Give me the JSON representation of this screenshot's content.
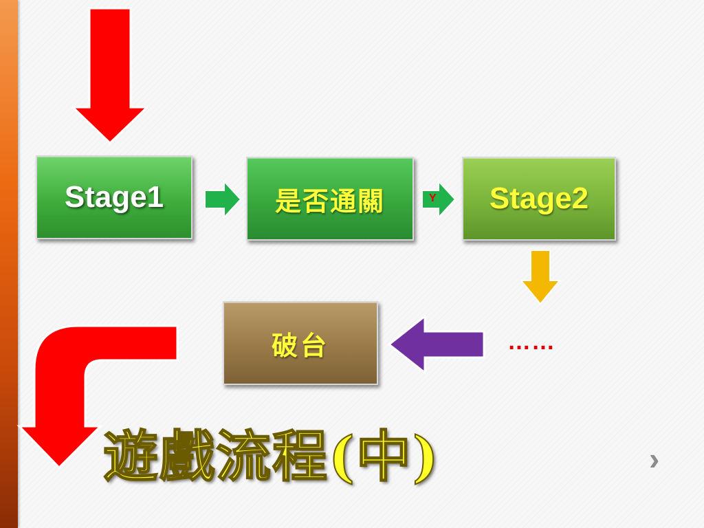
{
  "flow": {
    "stage1": "Stage1",
    "check_clear": "是否通關",
    "yes_label": "Y",
    "stage2": "Stage2",
    "continuation": "……",
    "cleared_game": "破台"
  },
  "title": "遊戲流程(中)",
  "nav": {
    "next_icon": "›"
  },
  "colors": {
    "start_arrow": "#ff0000",
    "step_arrow": "#22b24c",
    "down_arrow": "#f5b800",
    "back_arrow": "#7030a0",
    "title_text": "#ffff2a"
  }
}
